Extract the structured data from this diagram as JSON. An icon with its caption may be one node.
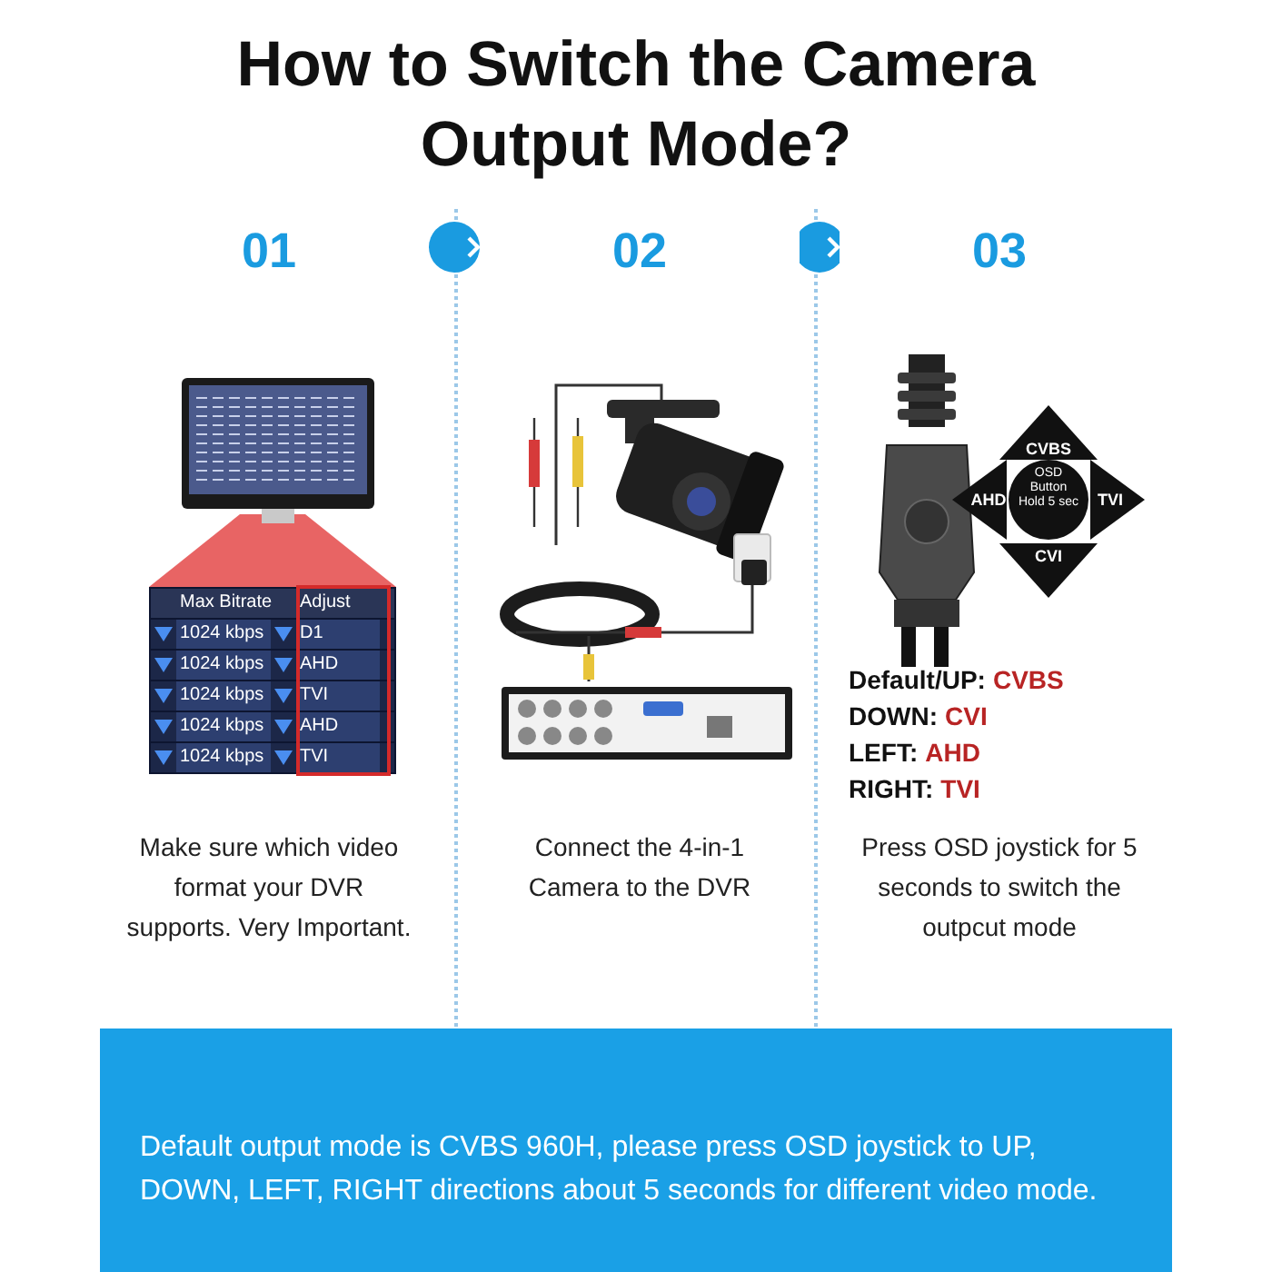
{
  "diagram": {
    "title": "How to Switch the Camera Output Mode?",
    "nodes": [
      {
        "text": [
          "01",
          "Make sure which video format your DVR supports. Very Important."
        ]
      },
      {
        "text": [
          "02",
          "Connect the 4-in-1 Camera to the DVR"
        ]
      },
      {
        "text": [
          "03",
          "Press OSD joystick for 5 seconds to switch the outpcut mode"
        ]
      },
      {
        "text": [
          "Default output mode is CVBS 960H, please press OSD joystick to UP, DOWN, LEFT, RIGHT directions about 5 seconds for different video mode."
        ]
      }
    ],
    "edges": [
      {
        "from": 0,
        "to": 1,
        "arrow": "to"
      },
      {
        "from": 1,
        "to": 2,
        "arrow": "to"
      }
    ],
    "labels": [
      "Max Bitrate",
      "Adjust",
      "1024 kbps",
      "D1",
      "1024 kbps",
      "AHD",
      "1024 kbps",
      "TVI",
      "1024 kbps",
      "AHD",
      "1024 kbps",
      "TVI",
      "CVBS",
      "AHD",
      "OSD Button Hold 5 sec",
      "TVI",
      "CVI",
      "Default/UP:",
      "CVBS",
      "DOWN:",
      "CVI",
      "LEFT:",
      "AHD",
      "RIGHT:",
      "TVI"
    ]
  }
}
